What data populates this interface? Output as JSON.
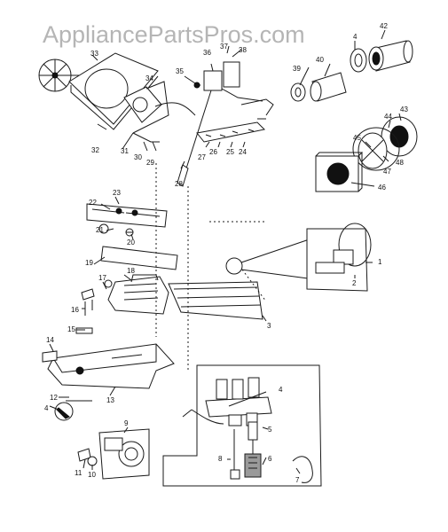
{
  "watermark": "AppliancePartsPros.com",
  "callouts": {
    "c1": "1",
    "c2": "2",
    "c3": "3",
    "c4a": "4",
    "c4b": "4",
    "c4c": "4",
    "c5": "5",
    "c6": "6",
    "c7": "7",
    "c8": "8",
    "c9": "9",
    "c10": "10",
    "c11": "11",
    "c12": "12",
    "c13": "13",
    "c14": "14",
    "c15": "15",
    "c16": "16",
    "c17": "17",
    "c18": "18",
    "c19": "19",
    "c20": "20",
    "c21": "21",
    "c22": "22",
    "c23": "23",
    "c24": "24",
    "c25": "25",
    "c26": "26",
    "c27": "27",
    "c28": "28",
    "c29": "29",
    "c30": "30",
    "c31": "31",
    "c32": "32",
    "c33": "33",
    "c34": "34",
    "c35": "35",
    "c36": "36",
    "c37": "37",
    "c38": "38",
    "c39": "39",
    "c40": "40",
    "c42": "42",
    "c43": "43",
    "c44": "44",
    "c45": "45",
    "c46": "46",
    "c47": "47",
    "c48": "48"
  }
}
